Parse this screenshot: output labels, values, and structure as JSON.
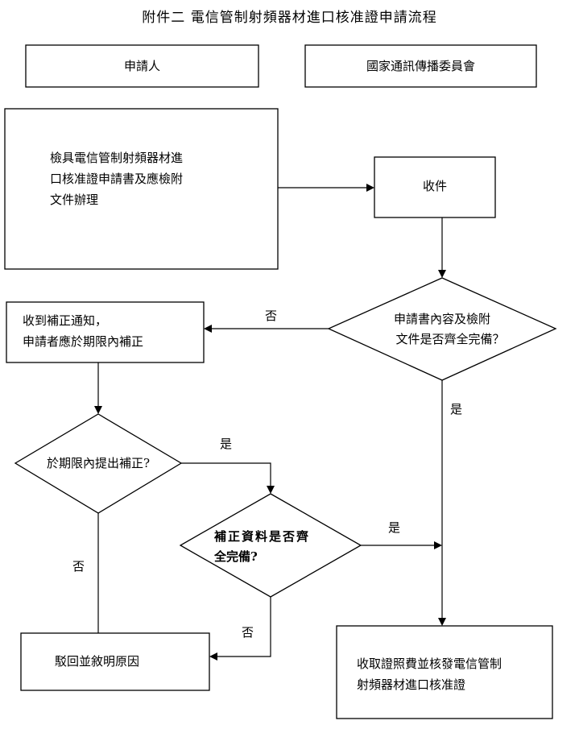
{
  "title": "附件二 電信管制射頻器材進口核准證申請流程",
  "columns": {
    "applicant": "申請人",
    "ncc": "國家通訊傳播委員會"
  },
  "nodes": {
    "submit": [
      "檢具電信管制射頻器材進",
      "口核准證申請書及應檢附",
      "文件辦理"
    ],
    "receive": "收件",
    "check_complete": [
      "申請書內容及檢附",
      "文件是否齊全完備？"
    ],
    "notice": [
      "收到補正通知，",
      "申請者應於期限內補正"
    ],
    "submitted_in_time": "於期限內提出補正?",
    "supplement_complete": [
      "補正資料是否齊",
      "全完備?"
    ],
    "reject": "駁回並敘明原因",
    "approve": [
      "收取證照費並核發電信管制",
      "射頻器材進口核准證"
    ]
  },
  "edge_labels": {
    "check_no": "否",
    "check_yes": "是",
    "in_time_yes": "是",
    "in_time_no": "否",
    "supp_yes": "是",
    "supp_no": "否"
  }
}
